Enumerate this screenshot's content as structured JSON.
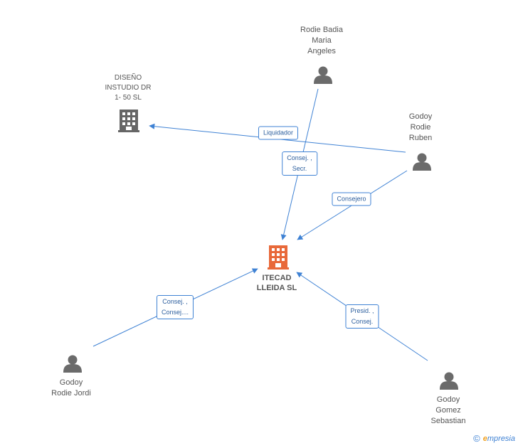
{
  "nodes": {
    "center": {
      "name": "ITECAD\nLLEIDA SL",
      "color": "#e8693a"
    },
    "diseno": {
      "name": "DISEÑO\nINSTUDIO DR\n1- 50  SL",
      "color": "#666666"
    },
    "rodie_badia": {
      "name": "Rodie Badia\nMaria\nAngeles"
    },
    "godoy_rodie_ruben": {
      "name": "Godoy\nRodie\nRuben"
    },
    "godoy_rodie_jordi": {
      "name": "Godoy\nRodie Jordi"
    },
    "godoy_gomez": {
      "name": "Godoy\nGomez\nSebastian"
    }
  },
  "edges": {
    "liquidador": "Liquidador",
    "consej_secr": "Consej. ,\nSecr.",
    "consejero": "Consejero",
    "consej_consej": "Consej. ,\nConsej....",
    "presid_consej": "Presid. ,\nConsej."
  },
  "colors": {
    "edge": "#3f82d4",
    "person": "#6b6b6b"
  },
  "brand": {
    "copyright": "©",
    "initial": "e",
    "rest": "mpresia"
  }
}
